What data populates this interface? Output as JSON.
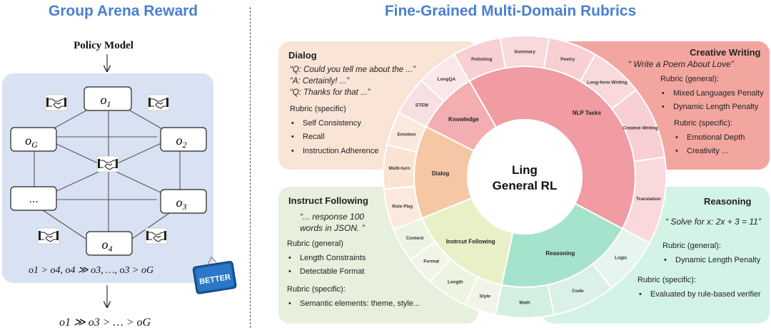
{
  "left": {
    "title": "Group Arena Reward",
    "policy": "Policy Model",
    "nodes": {
      "o1": {
        "base": "o",
        "sub": "1"
      },
      "o2": {
        "base": "o",
        "sub": "2"
      },
      "o3": {
        "base": "o",
        "sub": "3"
      },
      "o4": {
        "base": "o",
        "sub": "4"
      },
      "oG": {
        "base": "o",
        "sub": "G"
      },
      "dots": "..."
    },
    "order_line": "o1 > o4,   o4 ≫ o3,  …, o3 > oG",
    "final": "o1 ≫ o3 >  … > oG",
    "badge": "BETTER",
    "icons": [
      "handshake-icon"
    ]
  },
  "right": {
    "title": "Fine-Grained Multi-Domain Rubrics",
    "center": [
      "Ling",
      "General RL"
    ],
    "inner": [
      "NLP Tasks",
      "Reasoning",
      "Instrcut Following",
      "Dialog",
      "Knowledge"
    ],
    "outer": [
      "Polishing",
      "Summary",
      "Poetry",
      "Long-form Writing",
      "Creative Writing",
      "Translation",
      "Logic",
      "Code",
      "Math",
      "Style",
      "Length",
      "Format",
      "Content",
      "Role Play",
      "Multi-turn",
      "Emotion",
      "STEM",
      "LongQA"
    ],
    "dialog": {
      "title": "Dialog",
      "quotes": [
        "“Q: Could you tell me about the ...”",
        "“A: Certainly! ...”",
        "“Q: Thanks for that ...”"
      ],
      "rubric": "Rubric (specific)",
      "items": [
        "Self Consistency",
        "Recall",
        "Instruction Adherence"
      ]
    },
    "creative": {
      "title": "Creative Writing",
      "quote": "“ Write a Poem About Love”",
      "general": "Rubric (general):",
      "general_items": [
        "Mixed Languages Penalty",
        "Dynamic Length Penalty"
      ],
      "specific": "Rubric (specific):",
      "specific_items": [
        "Emotional Depth",
        "Creativity ..."
      ]
    },
    "instruct": {
      "title": "Instruct Following",
      "quote": [
        "“... response 100",
        "words in JSON. ”"
      ],
      "general": "Rubric (general)",
      "general_items": [
        "Length Constraints",
        "Detectable Format"
      ],
      "specific": "Rubric (specific):",
      "specific_items": [
        "Semantic elements: theme, style..."
      ]
    },
    "reasoning": {
      "title": "Reasoning",
      "quote": "“ Solve for x: 2x + 3 = 11”",
      "general": "Rubric (general):",
      "general_items": [
        "Dynamic Length Penalty"
      ],
      "specific": "Rubric (specific):",
      "specific_items": [
        "Evaluated by rule-based verifier"
      ]
    }
  }
}
